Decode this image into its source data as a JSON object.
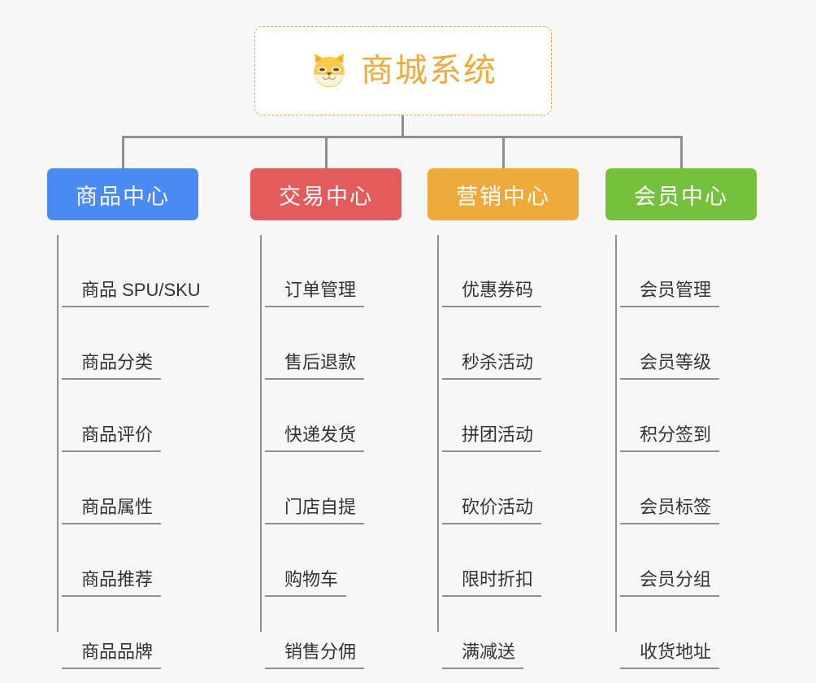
{
  "root": {
    "title": "商城系统",
    "icon": "shiba-dog-icon",
    "accent_color": "#eeab3c",
    "background": "#ffffff"
  },
  "canvas": {
    "background_color": "#f7f7f7",
    "connector_color": "#8f8f8f"
  },
  "categories": [
    {
      "label": "商品中心",
      "color": "#4a8af4",
      "items": [
        "商品 SPU/SKU",
        "商品分类",
        "商品评价",
        "商品属性",
        "商品推荐",
        "商品品牌"
      ]
    },
    {
      "label": "交易中心",
      "color": "#e35b5b",
      "items": [
        "订单管理",
        "售后退款",
        "快递发货",
        "门店自提",
        "购物车",
        "销售分佣"
      ]
    },
    {
      "label": "营销中心",
      "color": "#eeab3c",
      "items": [
        "优惠券码",
        "秒杀活动",
        "拼团活动",
        "砍价活动",
        "限时折扣",
        "满减送"
      ]
    },
    {
      "label": "会员中心",
      "color": "#75c13e",
      "items": [
        "会员管理",
        "会员等级",
        "积分签到",
        "会员标签",
        "会员分组",
        "收货地址"
      ]
    }
  ]
}
